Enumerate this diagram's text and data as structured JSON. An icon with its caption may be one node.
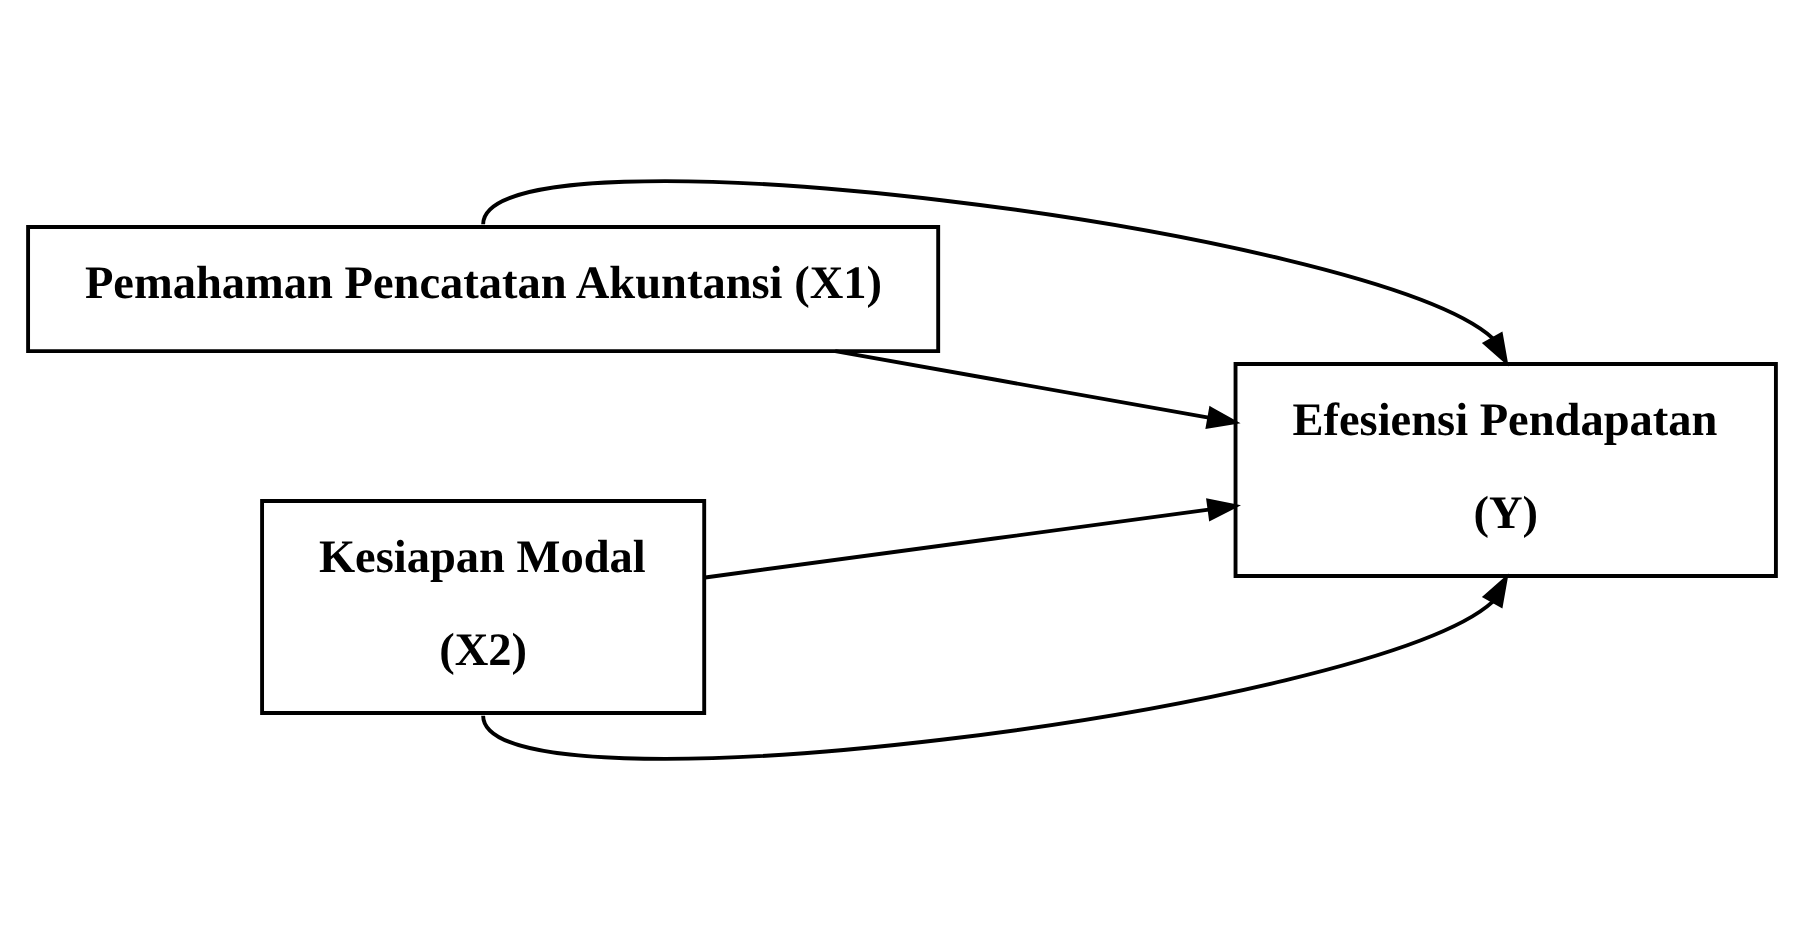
{
  "diagram": {
    "nodes": [
      {
        "text": [
          "Pemahaman Pencatatan Akuntansi (X1)"
        ]
      },
      {
        "text": [
          "Kesiapan Modal",
          "(X2)"
        ]
      },
      {
        "text": [
          "Efesiensi Pendapatan",
          "(Y)"
        ]
      }
    ],
    "edges": [
      {
        "from": 0,
        "to": 2,
        "arrow": "to"
      },
      {
        "from": 1,
        "to": 2,
        "arrow": "to"
      },
      {
        "from": 0,
        "to": 2,
        "arrow": "to"
      },
      {
        "from": 1,
        "to": 2,
        "arrow": "to"
      }
    ]
  }
}
